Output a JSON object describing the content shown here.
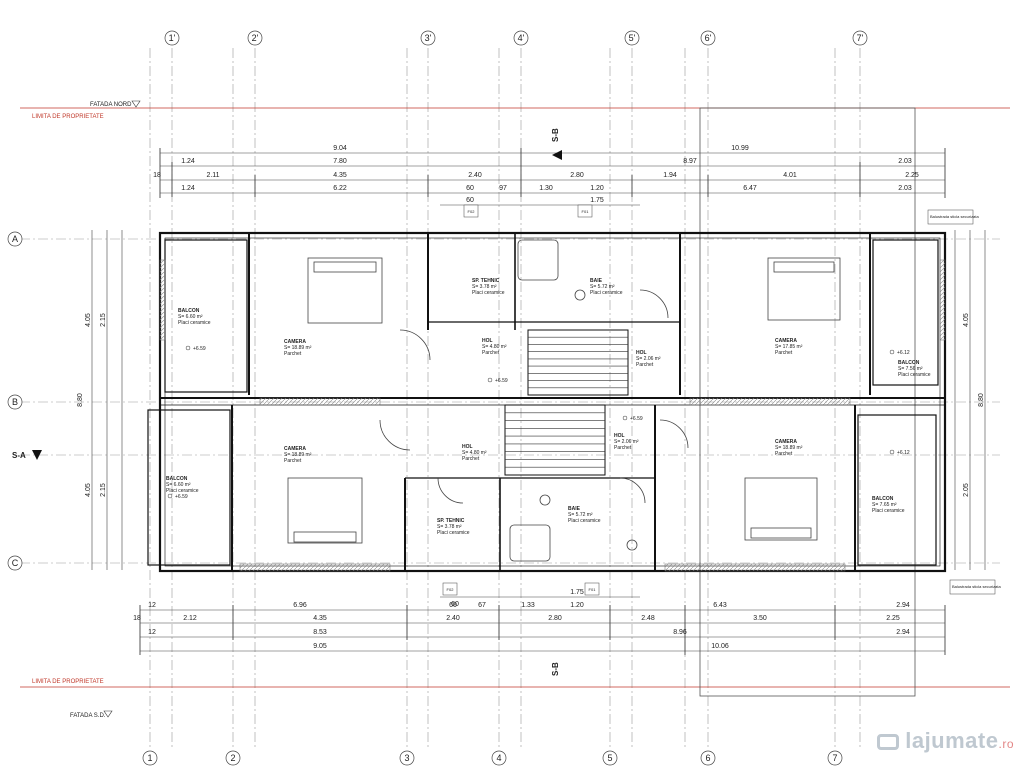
{
  "plan": {
    "top_axes": [
      "1'",
      "2'",
      "3'",
      "4'",
      "5'",
      "6'",
      "7'"
    ],
    "bottom_axes": [
      "1",
      "2",
      "3",
      "4",
      "5",
      "6",
      "7"
    ],
    "left_axes": [
      "A",
      "B",
      "C"
    ],
    "section_a": "S-A",
    "section_b": "S-B",
    "facade_north": "FATADA NORD",
    "facade_south": "FATADA S.D.",
    "property_limit": "LIMITA DE PROPRIETATE",
    "wall_note": "Balustrada sticla securizata",
    "dims_top": {
      "r1": [
        "9.04",
        "10.99"
      ],
      "r2": [
        "1.24",
        "7.80",
        "8.97",
        "2.03"
      ],
      "r3": [
        "18",
        "2.11",
        "4.35",
        "2.40",
        "2.80",
        "1.94",
        "4.01",
        "2.25"
      ],
      "r4": [
        "1.24",
        "6.22",
        "60",
        "97",
        "1.30",
        "1.20",
        "6.47",
        "2.03"
      ],
      "r5": [
        "60",
        "1.75"
      ]
    },
    "dims_bottom": {
      "r1": [
        "12",
        "6.96",
        "60",
        "67",
        "1.33",
        "1.20",
        "6.43",
        "2.94"
      ],
      "r2": [
        "18",
        "2.12",
        "4.35",
        "2.40",
        "2.80",
        "2.48",
        "3.50",
        "2.25"
      ],
      "r3": [
        "12",
        "8.53",
        "8.96",
        "2.94"
      ],
      "r4": [
        "9.05",
        "10.06"
      ],
      "r5": [
        "60",
        "1.75"
      ]
    },
    "dims_left": [
      "4.05",
      "2.15",
      "2.15",
      "4.05",
      "8.80"
    ],
    "dims_right": [
      "4.05",
      "2.05",
      "8.80"
    ],
    "rooms": [
      {
        "name": "BALCON",
        "area": "S= 6.60 m²",
        "finish": "Placi ceramice"
      },
      {
        "name": "CAMERA",
        "area": "S= 18.89 m²",
        "finish": "Parchet"
      },
      {
        "name": "SP. TEHNIC",
        "area": "S= 3.78 m²",
        "finish": "Placi ceramice"
      },
      {
        "name": "BAIE",
        "area": "S= 5.72 m²",
        "finish": "Placi ceramice"
      },
      {
        "name": "HOL",
        "area": "S= 4.80 m²",
        "finish": "Parchet"
      },
      {
        "name": "HOL",
        "area": "S= 2.06 m²",
        "finish": "Parchet"
      },
      {
        "name": "CAMERA",
        "area": "S= 17.85 m²",
        "finish": "Parchet"
      },
      {
        "name": "BALCON",
        "area": "S= 7.56 m²",
        "finish": "Placi ceramice"
      },
      {
        "name": "CAMERA",
        "area": "S= 18.89 m²",
        "finish": "Parchet"
      },
      {
        "name": "HOL",
        "area": "S= 4.80 m²",
        "finish": "Parchet"
      },
      {
        "name": "HOL",
        "area": "S= 2.06 m²",
        "finish": "Parchet"
      },
      {
        "name": "CAMERA",
        "area": "S= 18.89 m²",
        "finish": "Parchet"
      },
      {
        "name": "BALCON",
        "area": "S= 6.60 m²",
        "finish": "Placi ceramice"
      },
      {
        "name": "SP. TEHNIC",
        "area": "S= 3.78 m²",
        "finish": "Placi ceramice"
      },
      {
        "name": "BAIE",
        "area": "S= 5.72 m²",
        "finish": "Placi ceramice"
      },
      {
        "name": "BALCON",
        "area": "S= 7.65 m²",
        "finish": "Placi ceramice"
      }
    ],
    "levels": {
      "main": "+6.59",
      "balcony": "+6.12",
      "stair_top": "+6.59",
      "hall": "+6.59"
    },
    "ref_marks": [
      "F02",
      "F01"
    ],
    "watermark": {
      "brand": "lajumate",
      "tld": ".ro"
    }
  }
}
